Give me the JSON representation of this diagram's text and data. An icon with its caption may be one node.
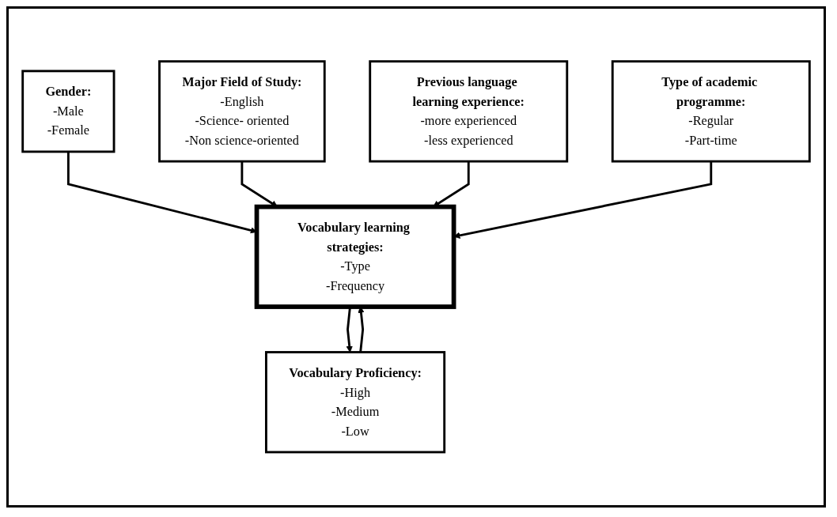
{
  "diagram": {
    "nodes": [
      {
        "text": [
          "Gender:",
          "-Male",
          "-Female"
        ]
      },
      {
        "text": [
          "Major Field of Study:",
          "-English",
          "-Science- oriented",
          "-Non science-oriented"
        ]
      },
      {
        "text": [
          "Vocabulary learning strategies:",
          "-Type",
          "-Frequency"
        ]
      },
      {
        "text": [
          "Previous language learning experience:",
          "-more experienced",
          "-less experienced"
        ]
      },
      {
        "text": [
          "Type of academic programme:",
          "-Regular",
          "-Part-time"
        ]
      },
      {
        "text": [
          "Vocabulary Proficiency:",
          "-High",
          "-Medium",
          "-Low"
        ]
      }
    ],
    "edges": [
      {
        "from": 0,
        "to": 2,
        "arrow": "to"
      },
      {
        "from": 1,
        "to": 2,
        "arrow": "to"
      },
      {
        "from": 3,
        "to": 2,
        "arrow": "to"
      },
      {
        "from": 4,
        "to": 2,
        "arrow": "to"
      },
      {
        "from": 2,
        "to": 5,
        "arrow": "to"
      },
      {
        "from": 5,
        "to": 2,
        "arrow": "to"
      }
    ]
  }
}
